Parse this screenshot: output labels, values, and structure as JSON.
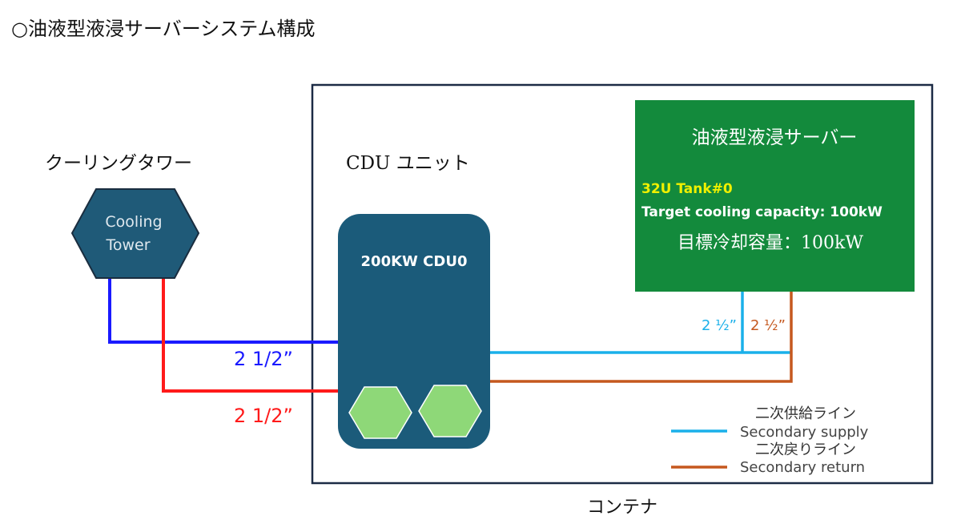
{
  "title": "○油液型液浸サーバーシステム構成",
  "cooling_tower": {
    "heading": "クーリングタワー",
    "label_line1": "Cooling",
    "label_line2": "Tower"
  },
  "cdu": {
    "heading": "CDU ユニット",
    "label": "200KW CDU0"
  },
  "server": {
    "title": "油液型液浸サーバー",
    "tank": "32U Tank#0",
    "capacity_en": "Target cooling capacity: 100kW",
    "capacity_ja": "目標冷却容量：100kW"
  },
  "pipes": {
    "primary_supply_size": "2 1/2”",
    "primary_return_size": "2 1/2”",
    "secondary_supply_size": "2 ½”",
    "secondary_return_size": "2 ½”"
  },
  "legend": {
    "supply_ja": "二次供給ライン",
    "supply_en": "Secondary supply",
    "return_ja": "二次戻りライン",
    "return_en": "Secondary return"
  },
  "container_label": "コンテナ",
  "colors": {
    "primary_supply": "#1a1aff",
    "primary_return": "#ff1a1a",
    "secondary_supply": "#1ab0ea",
    "secondary_return": "#c5581f",
    "server_green": "#138a3c",
    "cdu_blue": "#1b5b7a",
    "hex_green": "#8ed878"
  }
}
